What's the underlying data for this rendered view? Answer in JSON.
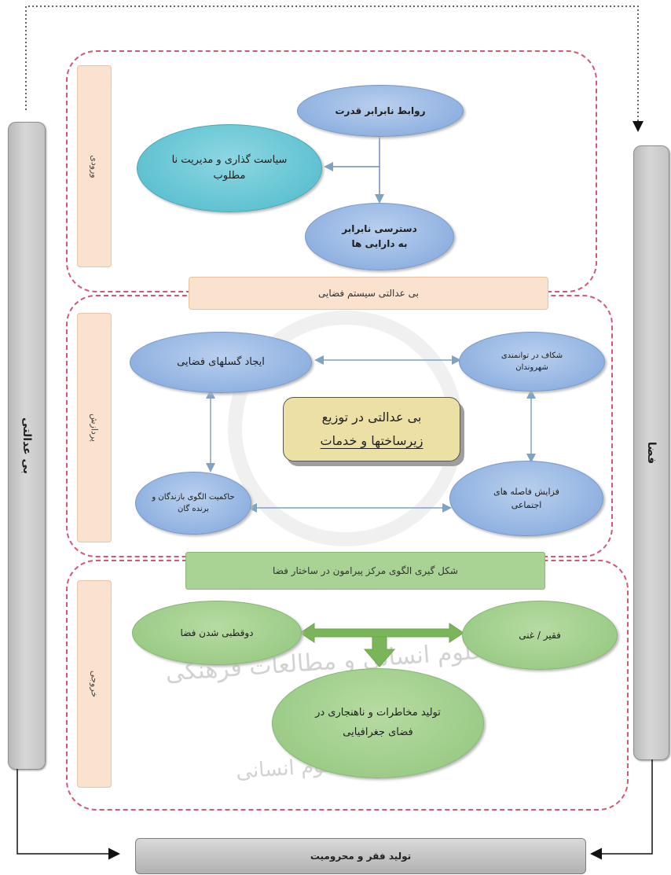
{
  "left_sidebar": {
    "label": "بی عدالتی"
  },
  "right_sidebar": {
    "label": "فضا"
  },
  "bottom_bar": {
    "label": "تولید فقر و محرومیت"
  },
  "sections": {
    "inputs": {
      "band_label": "ورودی",
      "nodes": {
        "power": "روابط نابرابر قدرت",
        "policy": "سیاست گذاری و مدیریت نا مطلوب",
        "access": "دسترسی نابرابر به دارایی ها"
      }
    },
    "system_bar": "بی عدالتی سیستم فضایی",
    "process": {
      "band_label": "پردازش",
      "center": {
        "line1": "بی عدالتی در توزیع",
        "line2": "زیرساختها و خدمات"
      },
      "nodes": {
        "gaps": "ایجاد گسلهای فضایی",
        "capability_gap": "شکاف در توانمندی شهروندان",
        "losers": "حاکمیت الگوی بازندگان و برنده گان",
        "social_distance": "فزایش فاصله های اجتماعی"
      }
    },
    "pattern_bar": "شکل گیری الگوی مرکز پیرامون در ساختار فضا",
    "outputs": {
      "band_label": "خروجی",
      "nodes": {
        "bipolar": "دوقطبی شدن فضا",
        "rich_poor": "فقیر / غنی",
        "risks": "تولید مخاطرات و ناهنجاری در فضای جغرافیایی"
      }
    }
  },
  "watermark": {
    "line1": "پژوهشگاه علوم انسانی و مطالعات فرهنگی",
    "line2": "پرتال جامع علوم انسانی"
  },
  "colors": {
    "dashed_border": "#d05a73",
    "band": "#fbe2cf",
    "blue_node": "#9db9e5",
    "teal_node": "#6cc6d4",
    "green_node": "#a8d394",
    "center_box": "#ede0a5",
    "connector_blue": "#7fa3c3",
    "connector_green": "#7bb55a"
  }
}
